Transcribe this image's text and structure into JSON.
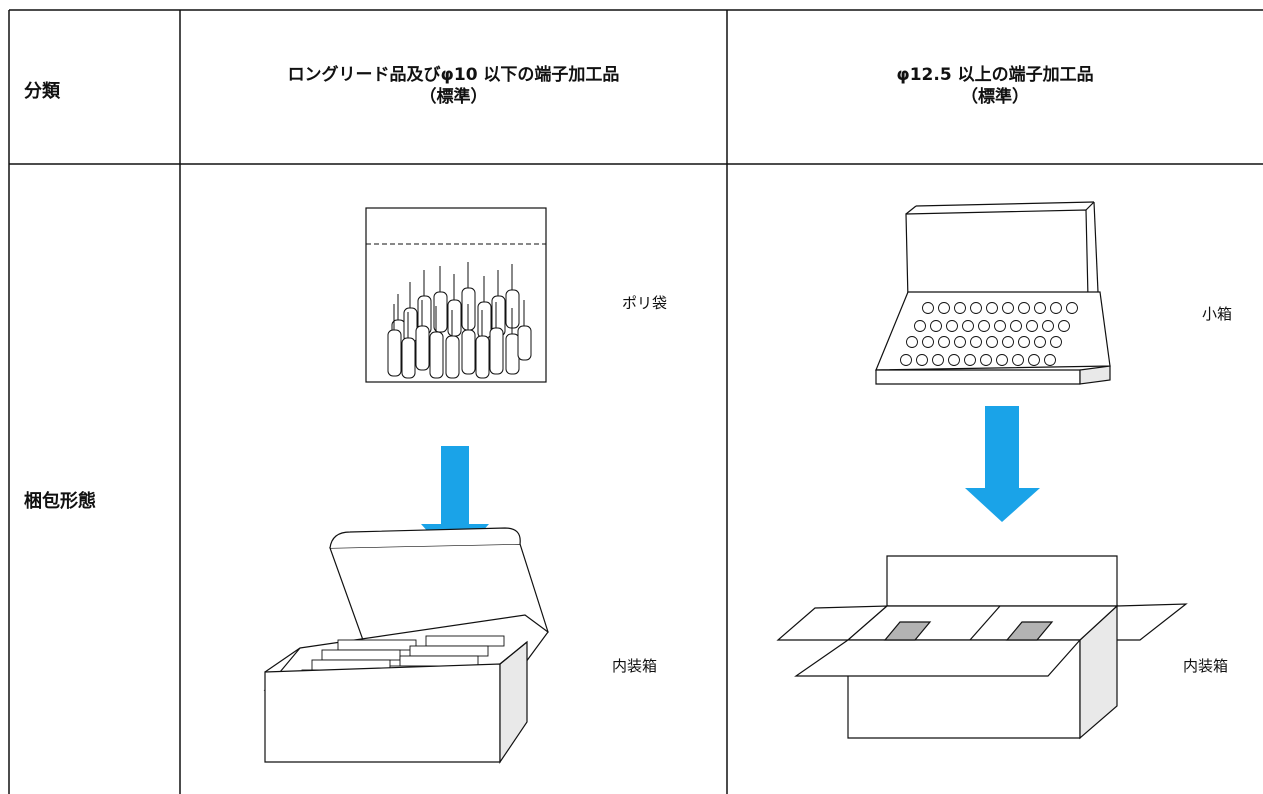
{
  "table": {
    "row_header_1": "分類",
    "row_header_2": "梱包形態",
    "col_1": {
      "title": "ロングリード品及びφ10 以下の端子加工品",
      "subtitle": "（標準）"
    },
    "col_2": {
      "title": "φ12.5 以上の端子加工品",
      "subtitle": "（標準）"
    }
  },
  "labels": {
    "poly_bag": "ポリ袋",
    "inner_box_1": "内装箱",
    "small_box": "小箱",
    "inner_box_2": "内装箱"
  },
  "colors": {
    "arrow": "#1aa3e8",
    "box_side": "#e9e9e9",
    "slot": "#b3b3b3",
    "line": "#111111"
  }
}
